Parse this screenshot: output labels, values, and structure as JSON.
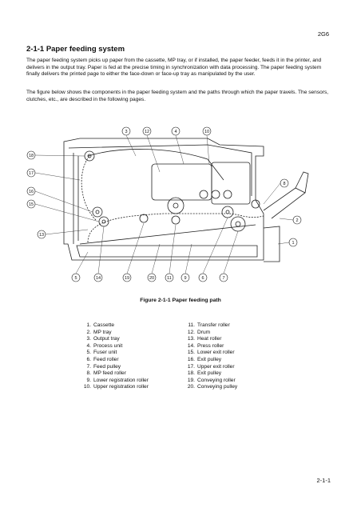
{
  "header": {
    "page_id": "2G6"
  },
  "section": {
    "title": "2-1-1 Paper feeding system",
    "paragraph1": "The paper feeding system picks up paper from the cassette, MP tray, or if installed, the paper feeder, feeds it in the printer, and delivers in the output tray. Paper is fed at the precise timing in synchronization with data processing. The paper feeding system finally delivers the printed page to either the face-down or face-up tray as manipulated by the user.",
    "paragraph2": "The figure below shows the components in the paper feeding system and the paths through which the paper travels. The sensors, clutches, etc., are described in the following pages."
  },
  "figure": {
    "caption": "Figure 2-1-1 Paper feeding path",
    "callouts": [
      "1",
      "2",
      "3",
      "4",
      "5",
      "6",
      "7",
      "8",
      "9",
      "10",
      "11",
      "12",
      "13",
      "14",
      "15",
      "16",
      "17",
      "18",
      "19",
      "20"
    ]
  },
  "legend": {
    "left": [
      {
        "num": "1.",
        "label": "Cassette"
      },
      {
        "num": "2.",
        "label": "MP tray"
      },
      {
        "num": "3.",
        "label": "Output tray"
      },
      {
        "num": "4.",
        "label": "Process unit"
      },
      {
        "num": "5.",
        "label": "Fuser unit"
      },
      {
        "num": "6.",
        "label": "Feed roller"
      },
      {
        "num": "7.",
        "label": "Feed pulley"
      },
      {
        "num": "8.",
        "label": "MP feed roller"
      },
      {
        "num": "9.",
        "label": "Lower registration roller"
      },
      {
        "num": "10.",
        "label": "Upper registration roller"
      }
    ],
    "right": [
      {
        "num": "11.",
        "label": "Transfer roller"
      },
      {
        "num": "12.",
        "label": "Drum"
      },
      {
        "num": "13.",
        "label": "Heat roller"
      },
      {
        "num": "14.",
        "label": "Press roller"
      },
      {
        "num": "15.",
        "label": "Lower exit roller"
      },
      {
        "num": "16.",
        "label": "Exit pulley"
      },
      {
        "num": "17.",
        "label": "Upper exit roller"
      },
      {
        "num": "18.",
        "label": "Exit pulley"
      },
      {
        "num": "19.",
        "label": "Conveying roller"
      },
      {
        "num": "20.",
        "label": "Conveying pulley"
      }
    ]
  },
  "footer": {
    "page_number": "2-1-1"
  }
}
